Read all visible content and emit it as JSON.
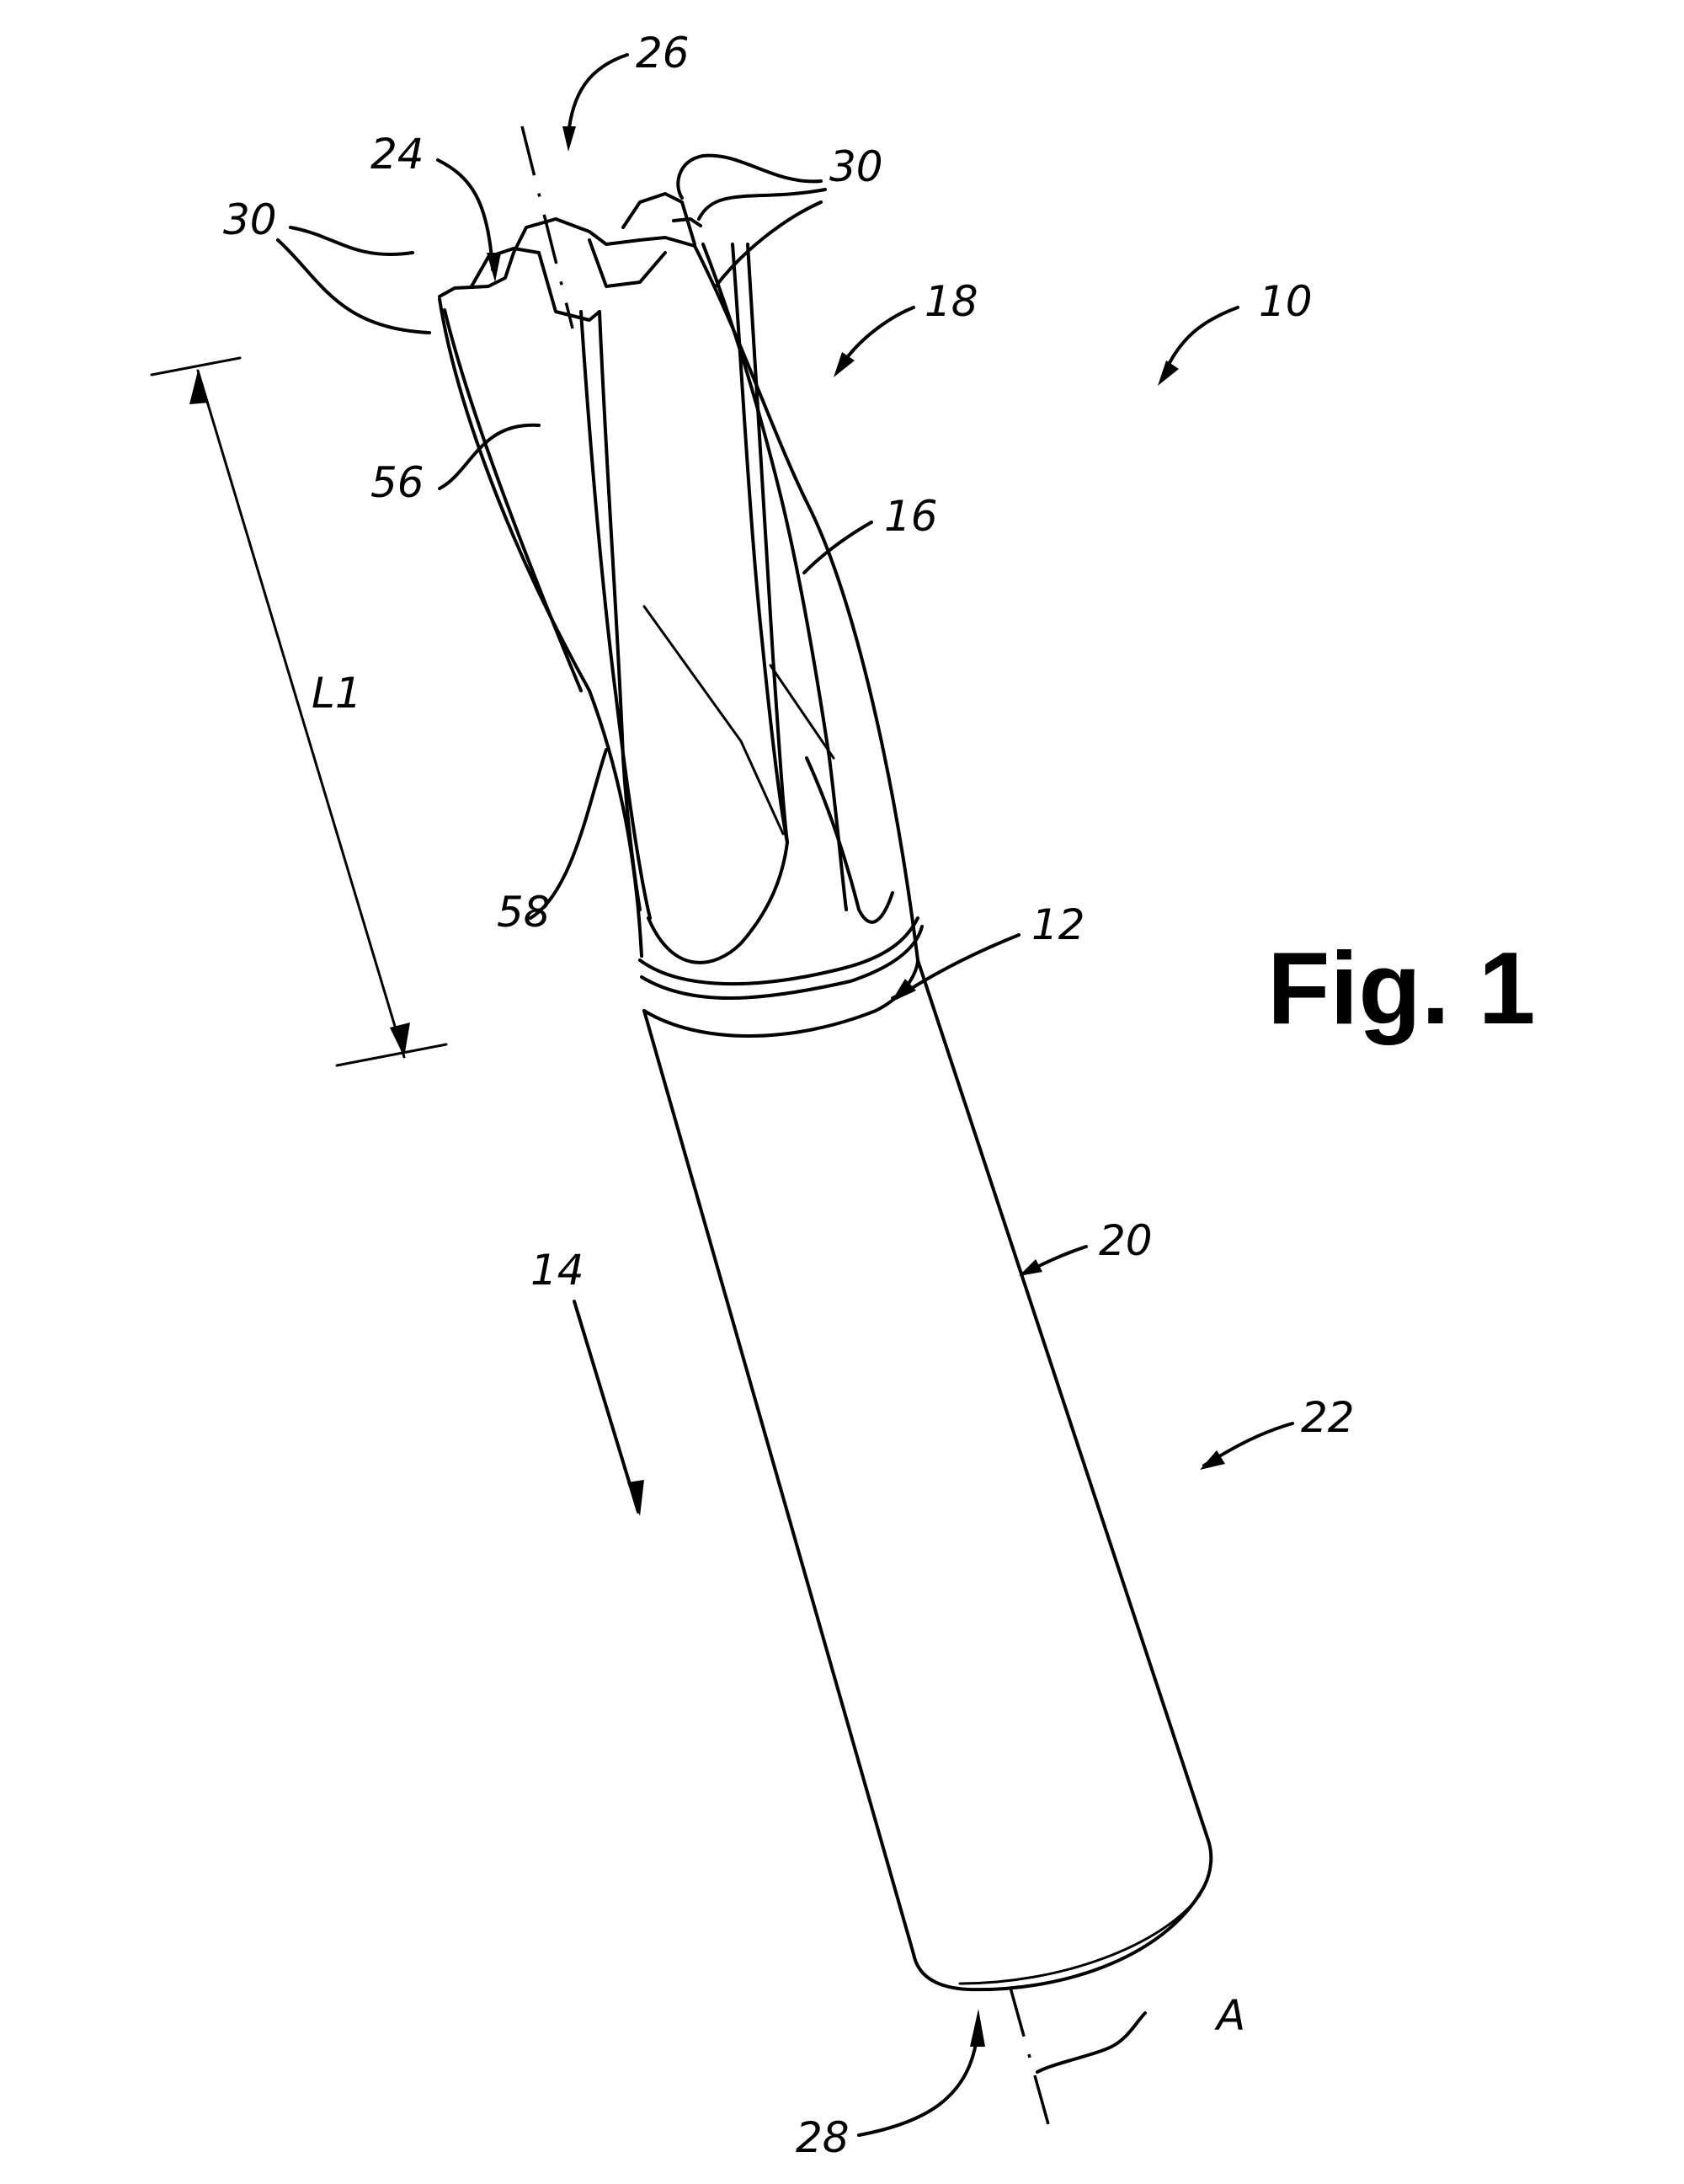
{
  "figure": {
    "title": "Fig. 1",
    "description_labels": {
      "tool": "10",
      "shank_region": "12",
      "feed_direction": "14",
      "flute": "16",
      "cutting_part": "18",
      "shank": "20",
      "clamping_region": "22",
      "end_face": "24",
      "front_end": "26",
      "rear_end": "28",
      "cutting_edges": "30",
      "chip_face": "56",
      "flank": "58",
      "length": "L1",
      "axis": "A"
    }
  },
  "colors": {
    "ink": "#000000",
    "paper": "#ffffff"
  }
}
